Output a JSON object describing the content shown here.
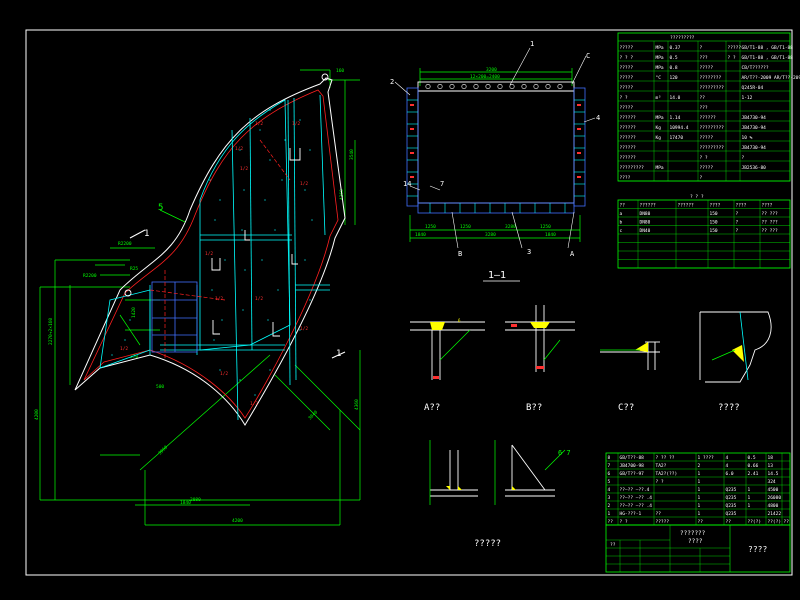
{
  "colors": {
    "background": "#000000",
    "frame": "#ffffff",
    "section": "#ffffff",
    "dimension": "#00ff00",
    "weld": "#ffff00",
    "centerline": "#ff3030",
    "inner_plate": "#00ffff",
    "steel": "#4070ff"
  },
  "main_view": {
    "callout_5": "5",
    "section_mark": "1"
  },
  "section_view": {
    "title": "1—1",
    "top_dim": "3200",
    "top_sub_dim": "12×200=2400",
    "callouts": [
      "1",
      "2",
      "4",
      "C",
      "3",
      "14",
      "A",
      "B",
      "7"
    ]
  },
  "details": {
    "a_label": "A??",
    "b_label": "B??",
    "c_label": "C??",
    "d_label": "????",
    "e_label": "?????",
    "e_callout": "6 7"
  },
  "design_table": {
    "header": "?????????",
    "rows": [
      [
        "?????",
        "MPa",
        "0.37",
        "?",
        "?????",
        "GB/T1-88 , GB/T1-88"
      ],
      [
        "? ? ?",
        "MPa",
        "0.5",
        "???",
        "? ?",
        "GB/T1-88 , GB/T1-88"
      ],
      [
        "?????",
        "MPa",
        "0.8",
        "?????",
        "",
        "CB/T??????"
      ],
      [
        "?????",
        "°C",
        "120",
        "????????",
        "",
        "AR/T??-2009 AR/T??-209"
      ],
      [
        "?????",
        "",
        "",
        "?????????",
        "",
        "Q245R-04"
      ],
      [
        "?  ?",
        "m³",
        "14.0",
        "??",
        "",
        "1-12"
      ],
      [
        "?????",
        "",
        "",
        "???",
        "",
        ""
      ],
      [
        "??????",
        "MPa",
        "1.14",
        "??????",
        "",
        "JB4730-94"
      ],
      [
        "??????",
        "Kg",
        "10994.4",
        "?????????",
        "",
        "JB4730-94"
      ],
      [
        "??????",
        "Kg",
        "17470",
        "?????",
        "",
        "10 %"
      ],
      [
        "??????",
        "",
        "",
        "?????????",
        "",
        "JB4730-94"
      ],
      [
        "??????",
        "",
        "",
        "? ?",
        "",
        "?"
      ],
      [
        "?????????",
        "MPa",
        "",
        "?????",
        "",
        "JB2536-80"
      ],
      [
        "????",
        "",
        "",
        "?",
        "",
        ""
      ]
    ]
  },
  "nozzle_table": {
    "header": "? ? ?",
    "columns": [
      "??",
      "??????",
      "??????",
      "????",
      "????",
      "????"
    ],
    "rows": [
      [
        "a",
        "DN80",
        "",
        "150",
        "?",
        "?? ???"
      ],
      [
        "b",
        "DN80",
        "",
        "150",
        "?",
        "?? ???"
      ],
      [
        "c",
        "DN40",
        "",
        "150",
        "?",
        "?? ???"
      ],
      [
        "",
        "",
        "",
        "",
        "",
        ""
      ],
      [
        "",
        "",
        "",
        "",
        "",
        ""
      ],
      [
        "",
        "",
        "",
        "",
        "",
        ""
      ],
      [
        "",
        "",
        "",
        "",
        "",
        ""
      ]
    ]
  },
  "parts_list": {
    "rows": [
      [
        "8",
        "GB/T??-88",
        "? ?? ??",
        "1 ????",
        "4",
        "0.5",
        "18"
      ],
      [
        "7",
        "JB4700-98",
        "TA2?",
        "2",
        "4",
        "0.66",
        "13"
      ],
      [
        "6",
        "GB/T??-97",
        "TA2?(??)",
        "1",
        "6.0",
        "2.41",
        "14.5"
      ],
      [
        "5",
        "",
        "? ?",
        "1",
        "",
        "",
        "324"
      ],
      [
        "4",
        "??—?? —??.4",
        "",
        "1",
        "Q235",
        "1",
        "4500"
      ],
      [
        "3",
        "??—?? —?? .4",
        "",
        "1",
        "Q235",
        "1",
        "26080"
      ],
      [
        "2",
        "??—?? —?? .4",
        "",
        "1",
        "Q235",
        "1",
        "4800"
      ],
      [
        "1",
        "HG-???-1",
        "??",
        "1",
        "Q235",
        "",
        "21422"
      ]
    ],
    "footer": [
      "??",
      "? ?",
      "?????",
      "??",
      "??",
      "??(?)",
      "??(?)",
      "??"
    ]
  },
  "title_block": {
    "project_line1": "???????",
    "project_line2": "????",
    "drawing_title": "????",
    "scale_label": "??"
  }
}
